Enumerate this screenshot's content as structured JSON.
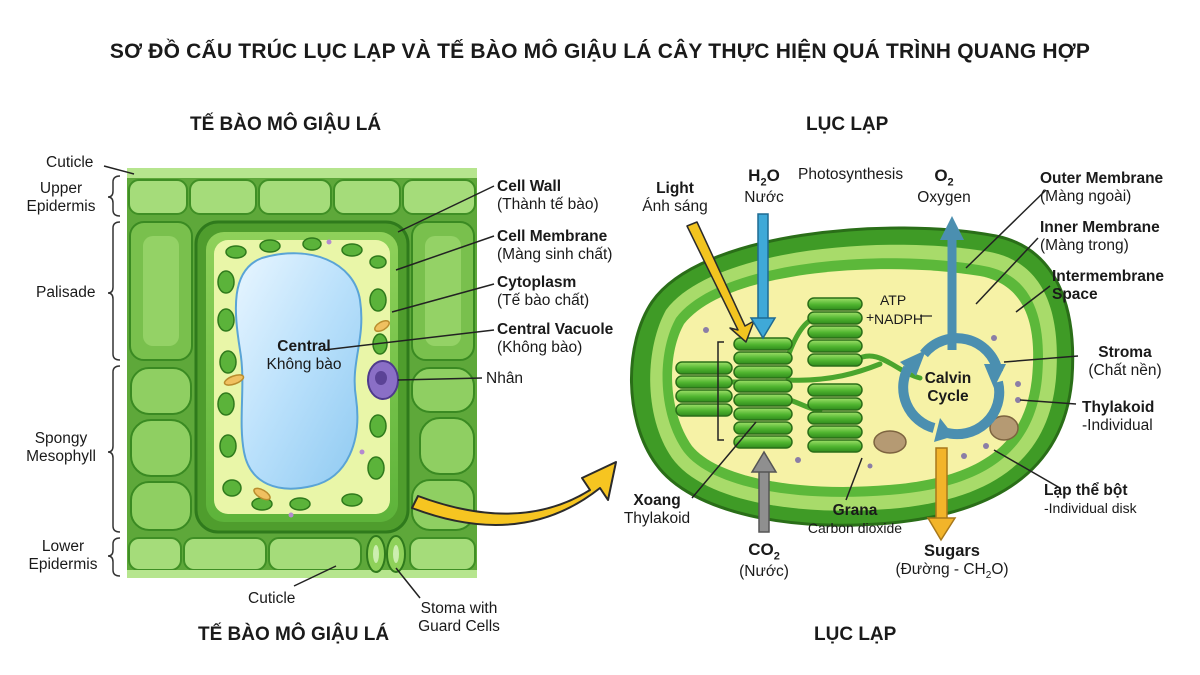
{
  "title": "SƠ ĐỒ CẤU TRÚC LỤC LẠP VÀ TẾ BÀO MÔ GIẬU LÁ CÂY THỰC HIỆN QUÁ TRÌNH QUANG HỢP",
  "left": {
    "heading_top": "TẾ BÀO MÔ GIẬU LÁ",
    "heading_bottom": "TẾ BÀO MÔ GIẬU LÁ",
    "layers": {
      "cuticle_top": "Cuticle",
      "upper_epidermis": [
        "Upper",
        "Epidermis"
      ],
      "palisade": "Palisade",
      "spongy": [
        "Spongy",
        "Mesophyll"
      ],
      "lower_epidermis": [
        "Lower",
        "Epidermis"
      ],
      "cuticle_bottom": "Cuticle",
      "stoma": [
        "Stoma with",
        "Guard Cells"
      ]
    },
    "central": [
      "Central",
      "Không bào"
    ],
    "callouts": {
      "cell_wall": {
        "en": "Cell Wall",
        "vi": "(Thành tế bào)"
      },
      "cell_membrane": {
        "en": "Cell Membrane",
        "vi": "(Màng sinh chất)"
      },
      "cytoplasm": {
        "en": "Cytoplasm",
        "vi": "(Tế bào chất)"
      },
      "central_vacuole": {
        "en": "Central Vacuole",
        "vi": "(Không bào)"
      },
      "nucleus": "Nhân"
    }
  },
  "right": {
    "heading_top": "LỤC LẠP",
    "heading_bottom": "LỤC LẠP",
    "light": {
      "en": "Light",
      "vi": "Ánh sáng"
    },
    "h2o": {
      "main": "H",
      "sub": "2",
      "tail": "O",
      "vi": "Nước"
    },
    "photosynthesis": "Photosynthesis",
    "o2": {
      "main": "O",
      "sub": "2",
      "vi": "Oxygen"
    },
    "atp": "ATP",
    "nadph": "NADPH",
    "calvin": [
      "Calvin",
      "Cycle"
    ],
    "outer_membrane": {
      "en": "Outer Membrane",
      "vi": "(Màng ngoài)"
    },
    "inner_membrane": {
      "en": "Inner Membrane",
      "vi": "(Màng trong)"
    },
    "intermembrane": [
      "Intermembrane",
      "Space"
    ],
    "stroma": {
      "en": "Stroma",
      "vi": "(Chất nền)"
    },
    "thylakoid": {
      "en": "Thylakoid",
      "vi": "-Individual"
    },
    "lap_the_bot": {
      "en": "Lạp thể bột",
      "vi": "-Individual disk"
    },
    "xoang": [
      "Xoang",
      "Thylakoid"
    ],
    "grana": {
      "en": "Grana",
      "vi": "Carbon dioxide"
    },
    "co2": {
      "main": "CO",
      "sub": "2",
      "vi": "(Nước)"
    },
    "sugars": {
      "en": "Sugars",
      "vi_pre": "(Đường - CH",
      "vi_sub": "2",
      "vi_post": "O)"
    }
  }
}
